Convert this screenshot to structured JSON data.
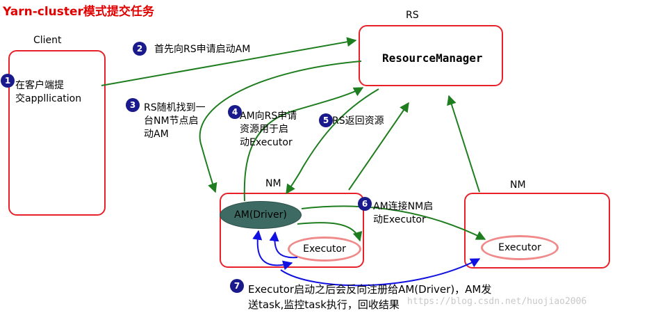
{
  "title": "Yarn-cluster模式提交任务",
  "labels": {
    "client": "Client",
    "rs": "RS",
    "nm_left": "NM",
    "nm_right": "NM"
  },
  "nodes": {
    "resource_manager": "ResourceManager",
    "client_text_line1": "在客户端提",
    "client_text_line2": "交appllication",
    "am_driver": "AM(Driver)",
    "executor_left": "Executor",
    "executor_right": "Executor"
  },
  "steps": [
    {
      "num": "1",
      "lines": []
    },
    {
      "num": "2",
      "lines": [
        "首先向RS申请启动AM"
      ]
    },
    {
      "num": "3",
      "lines": [
        "RS随机找到一",
        "台NM节点启",
        "动AM"
      ]
    },
    {
      "num": "4",
      "lines": [
        "AM向RS申请",
        "资源用于启",
        "动Executor"
      ]
    },
    {
      "num": "5",
      "lines": [
        "RS返回资源"
      ]
    },
    {
      "num": "6",
      "lines": [
        "AM连接NM启",
        "动Executor"
      ]
    },
    {
      "num": "7",
      "lines": [
        "Executor启动之后会反向注册给AM(Driver)，AM发",
        "送task,监控task执行，回收结果"
      ]
    }
  ],
  "watermark": "https://blog.csdn.net/huojiao2006",
  "colors": {
    "title": "#e00000",
    "box_border": "#e8202a",
    "green_arrow": "#1e7d1e",
    "blue_arrow": "#1010e0",
    "badge": "#1a1a8c",
    "am_fill": "#3d6b63",
    "executor_border": "#f08a8a"
  }
}
